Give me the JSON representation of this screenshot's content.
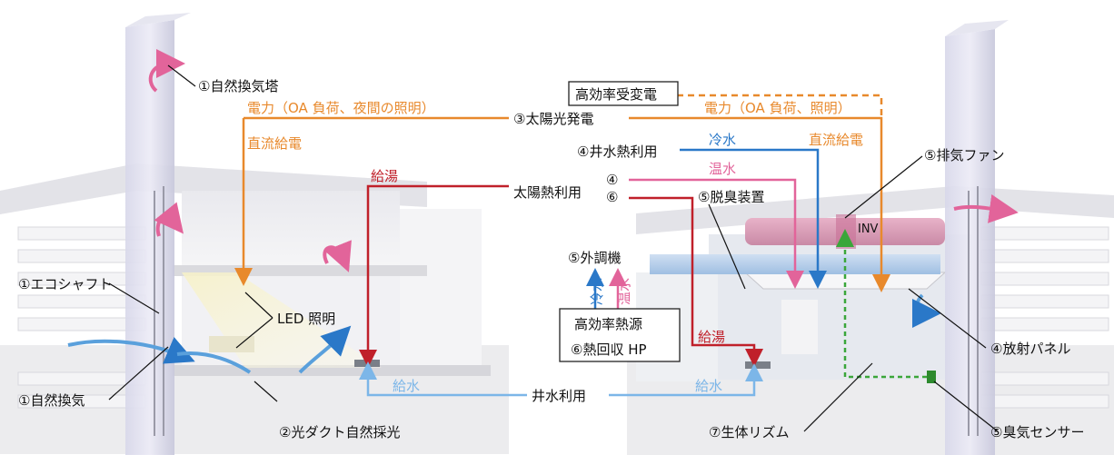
{
  "labels": {
    "natural_vent_tower": "①自然換気塔",
    "power_left": "電力（OA 負荷、夜間の照明）",
    "dc_supply_left": "直流給電",
    "hot_supply_left": "給湯",
    "solar_thermal": "太陽熱利用",
    "solar_thermal_n4": "④",
    "solar_thermal_n6": "⑥",
    "solar_pv": "③太陽光発電",
    "hv_substation": "高効率受変電",
    "power_right": "電力（OA 負荷、照明）",
    "well_heat": "④井水熱利用",
    "cold_water": "冷水",
    "dc_supply_right": "直流給電",
    "exhaust_fan": "⑤排気ファン",
    "warm_water": "温水",
    "deodorizer": "⑤脱臭装置",
    "inv": "INV",
    "eco_shaft": "①エコシャフト",
    "outdoor_unit": "⑤外調機",
    "cold_vertical": "冷水",
    "warm_vertical": "温水",
    "led_light": "LED 照明",
    "heat_source": "高効率熱源",
    "heat_recovery": "⑥熱回収 HP",
    "hot_supply_right": "給湯",
    "radiant_panel": "④放射パネル",
    "natural_vent": "①自然換気",
    "water_supply_left": "給水",
    "well_water": "井水利用",
    "water_supply_right": "給水",
    "light_duct": "②光ダクト自然採光",
    "bio_rhythm": "⑦生体リズム",
    "odor_sensor": "⑤臭気センサー"
  },
  "colors": {
    "power": "#e8892c",
    "hot_water": "#c0202a",
    "warm_water": "#e2649a",
    "cold_water": "#2a78c8",
    "supply_water": "#7cb6e8",
    "airflow_in": "#5aa0dc",
    "airflow_out": "#e2649a",
    "sensor_line": "#3aa63a"
  }
}
